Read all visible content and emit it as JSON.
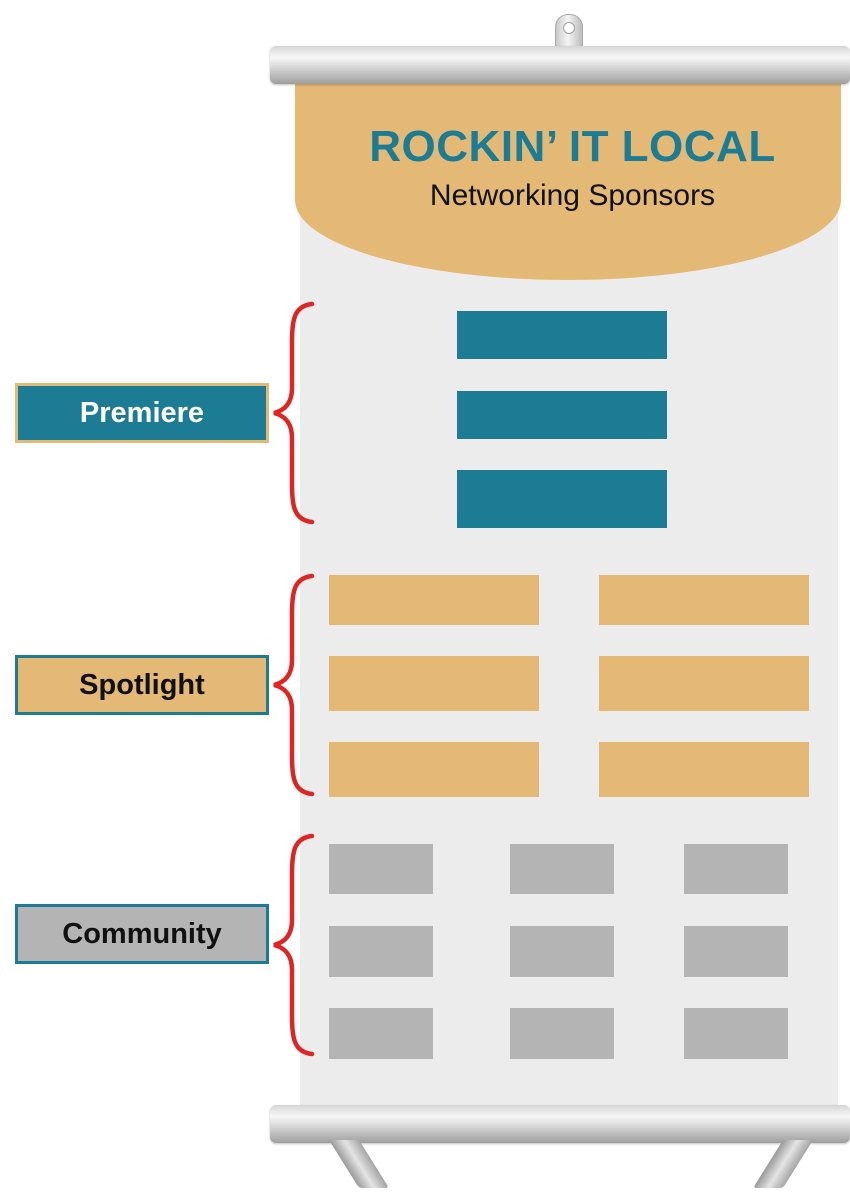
{
  "banner": {
    "title": "ROCKIN’ IT LOCAL",
    "subtitle": "Networking Sponsors"
  },
  "colors": {
    "teal": "#1c7c94",
    "gold": "#e3b975",
    "gray": "#b5b4b5",
    "brace_red": "#e02424",
    "banner_bg": "#ececec"
  },
  "tiers": [
    {
      "label": "Premiere",
      "slot_count": 3,
      "label_bg": "#1c7c94",
      "label_text_color": "#ffffff",
      "label_border": "#e3b975",
      "slot_color": "#1c7c94"
    },
    {
      "label": "Spotlight",
      "slot_count": 6,
      "label_bg": "#e3b975",
      "label_text_color": "#111111",
      "label_border": "#1c7c94",
      "slot_color": "#e3b975"
    },
    {
      "label": "Community",
      "slot_count": 9,
      "label_bg": "#b5b4b5",
      "label_text_color": "#111111",
      "label_border": "#1c7c94",
      "slot_color": "#b5b4b5"
    }
  ]
}
